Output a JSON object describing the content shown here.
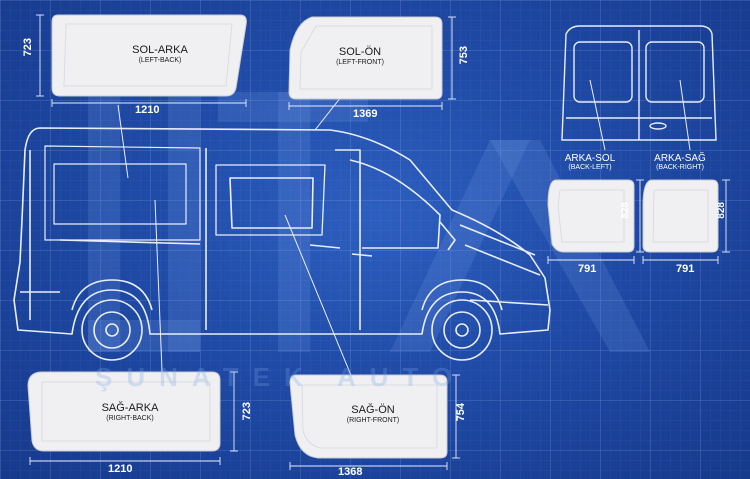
{
  "panels": {
    "left_back": {
      "label": "SOL-ARKA",
      "sub": "(LEFT-BACK)",
      "width_dim": "1210",
      "height_dim": "723"
    },
    "left_front": {
      "label": "SOL-ÖN",
      "sub": "(LEFT-FRONT)",
      "width_dim": "1369",
      "height_dim": "753"
    },
    "right_back": {
      "label": "SAĞ-ARKA",
      "sub": "(RIGHT-BACK)",
      "width_dim": "1210",
      "height_dim": "723"
    },
    "right_front": {
      "label": "SAĞ-ÖN",
      "sub": "(RIGHT-FRONT)",
      "width_dim": "1368",
      "height_dim": "754"
    },
    "back_left": {
      "label": "ARKA-SOL",
      "sub": "(BACK-LEFT)",
      "width_dim": "791",
      "height_dim": "828"
    },
    "back_right": {
      "label": "ARKA-SAĞ",
      "sub": "(BACK-RIGHT)",
      "width_dim": "791",
      "height_dim": "828"
    }
  },
  "watermark": {
    "text": "ŞUNATEK AUTO"
  },
  "colors": {
    "background": "#1f4aa6",
    "line": "#ffffff",
    "glass": "#f2f2f2"
  }
}
